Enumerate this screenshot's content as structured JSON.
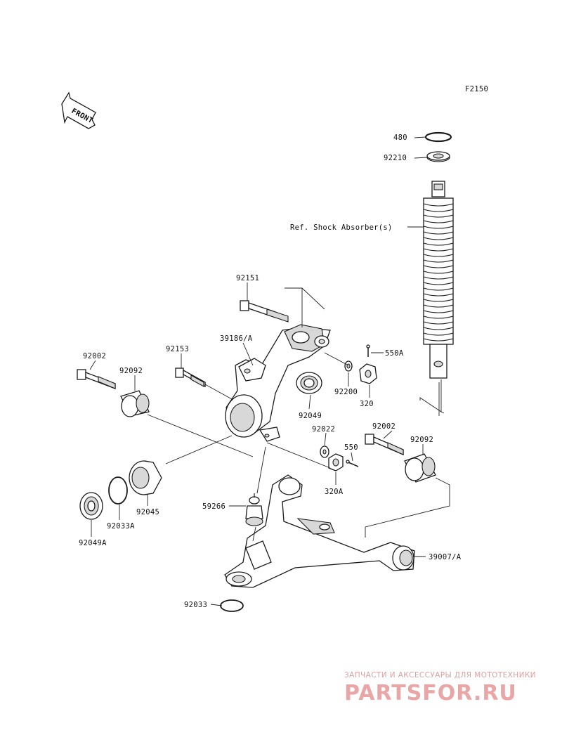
{
  "diagram": {
    "code": "F2150",
    "front_label": "FRONT",
    "ref_label": "Ref. Shock Absorber(s)",
    "parts": {
      "p480": "480",
      "p92210": "92210",
      "p92151": "92151",
      "p39186": "39186/A",
      "p92153": "92153",
      "p92002_left": "92002",
      "p92092_left": "92092",
      "p550A": "550A",
      "p92200": "92200",
      "p320": "320",
      "p92049": "92049",
      "p92022": "92022",
      "p550": "550",
      "p320A": "320A",
      "p92002_right": "92002",
      "p92092_right": "92092",
      "p92045": "92045",
      "p92033A": "92033A",
      "p92049A": "92049A",
      "p59266": "59266",
      "p39007": "39007/A",
      "p92033": "92033"
    }
  },
  "watermark": {
    "tagline": "ЗАПЧАСТИ И АКСЕССУАРЫ ДЛЯ МОТОТЕХНИКИ",
    "site": "PARTSFOR.RU"
  }
}
